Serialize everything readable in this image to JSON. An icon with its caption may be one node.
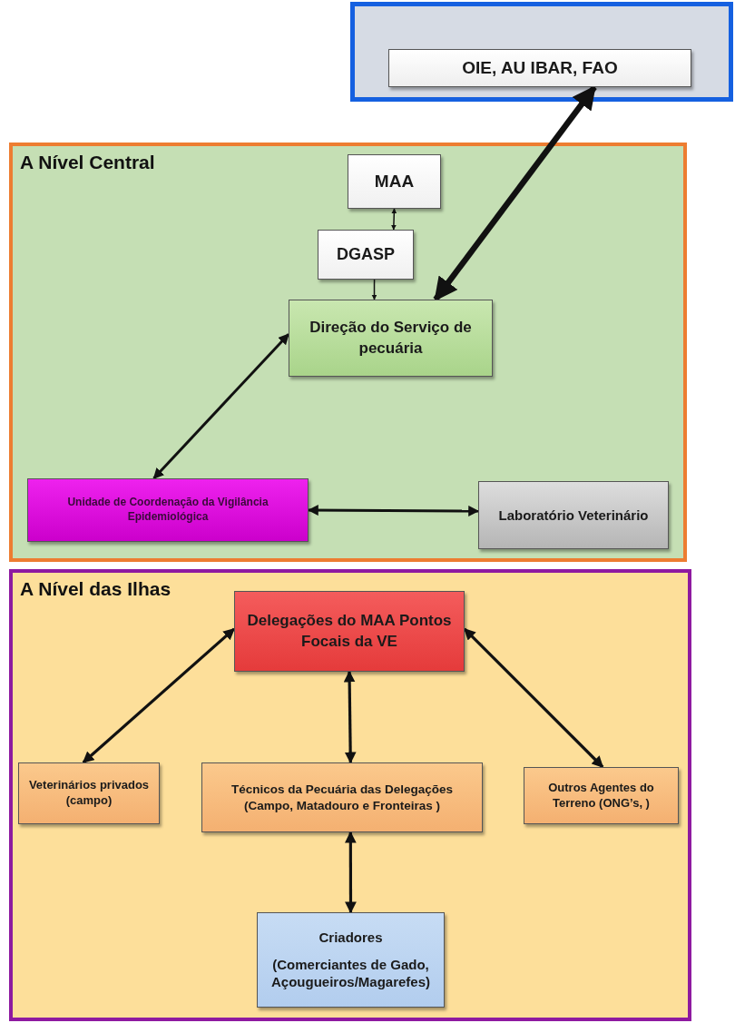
{
  "diagram": {
    "nodes": [
      {
        "text": [],
        "shape": "box"
      },
      {
        "text": [
          "OIE, AU IBAR, FAO"
        ],
        "in": 0
      },
      {
        "text": [
          "A Nível Central"
        ]
      },
      {
        "text": [
          "MAA"
        ],
        "in": 2
      },
      {
        "text": [
          "DGASP"
        ],
        "in": 2
      },
      {
        "text": [
          "Direção do Serviço de pecuária"
        ],
        "in": 2
      },
      {
        "text": [
          "Unidade de Coordenação da Vigilância Epidemiológica"
        ],
        "in": 2
      },
      {
        "text": [
          "Laboratório Veterinário"
        ],
        "in": 2
      },
      {
        "text": [
          "A Nível das Ilhas"
        ]
      },
      {
        "text": [
          "Delegações do MAA Pontos Focais da VE"
        ],
        "in": 8
      },
      {
        "text": [
          "Veterinários privados (campo)"
        ],
        "in": 8
      },
      {
        "text": [
          "Técnicos da Pecuária das Delegações (Campo, Matadouro e Fronteiras )"
        ],
        "in": 8
      },
      {
        "text": [
          "Outros Agentes do Terreno (ONG’s, )"
        ],
        "in": 8
      },
      {
        "text": [
          "Criadores",
          "(Comerciantes de Gado, Açougueiros/Magarefes)"
        ],
        "in": 8
      }
    ],
    "edges": [
      {
        "from": 1,
        "to": 5,
        "arrow": "both",
        "style": "thick"
      },
      {
        "from": 3,
        "to": 4,
        "arrow": "both"
      },
      {
        "from": 4,
        "to": 5,
        "arrow": "to"
      },
      {
        "from": 5,
        "to": 6,
        "arrow": "both"
      },
      {
        "from": 6,
        "to": 7,
        "arrow": "both"
      },
      {
        "from": 9,
        "to": 10,
        "arrow": "both"
      },
      {
        "from": 9,
        "to": 11,
        "arrow": "both"
      },
      {
        "from": 9,
        "to": 12,
        "arrow": "both"
      },
      {
        "from": 11,
        "to": 13,
        "arrow": "both"
      }
    ]
  }
}
